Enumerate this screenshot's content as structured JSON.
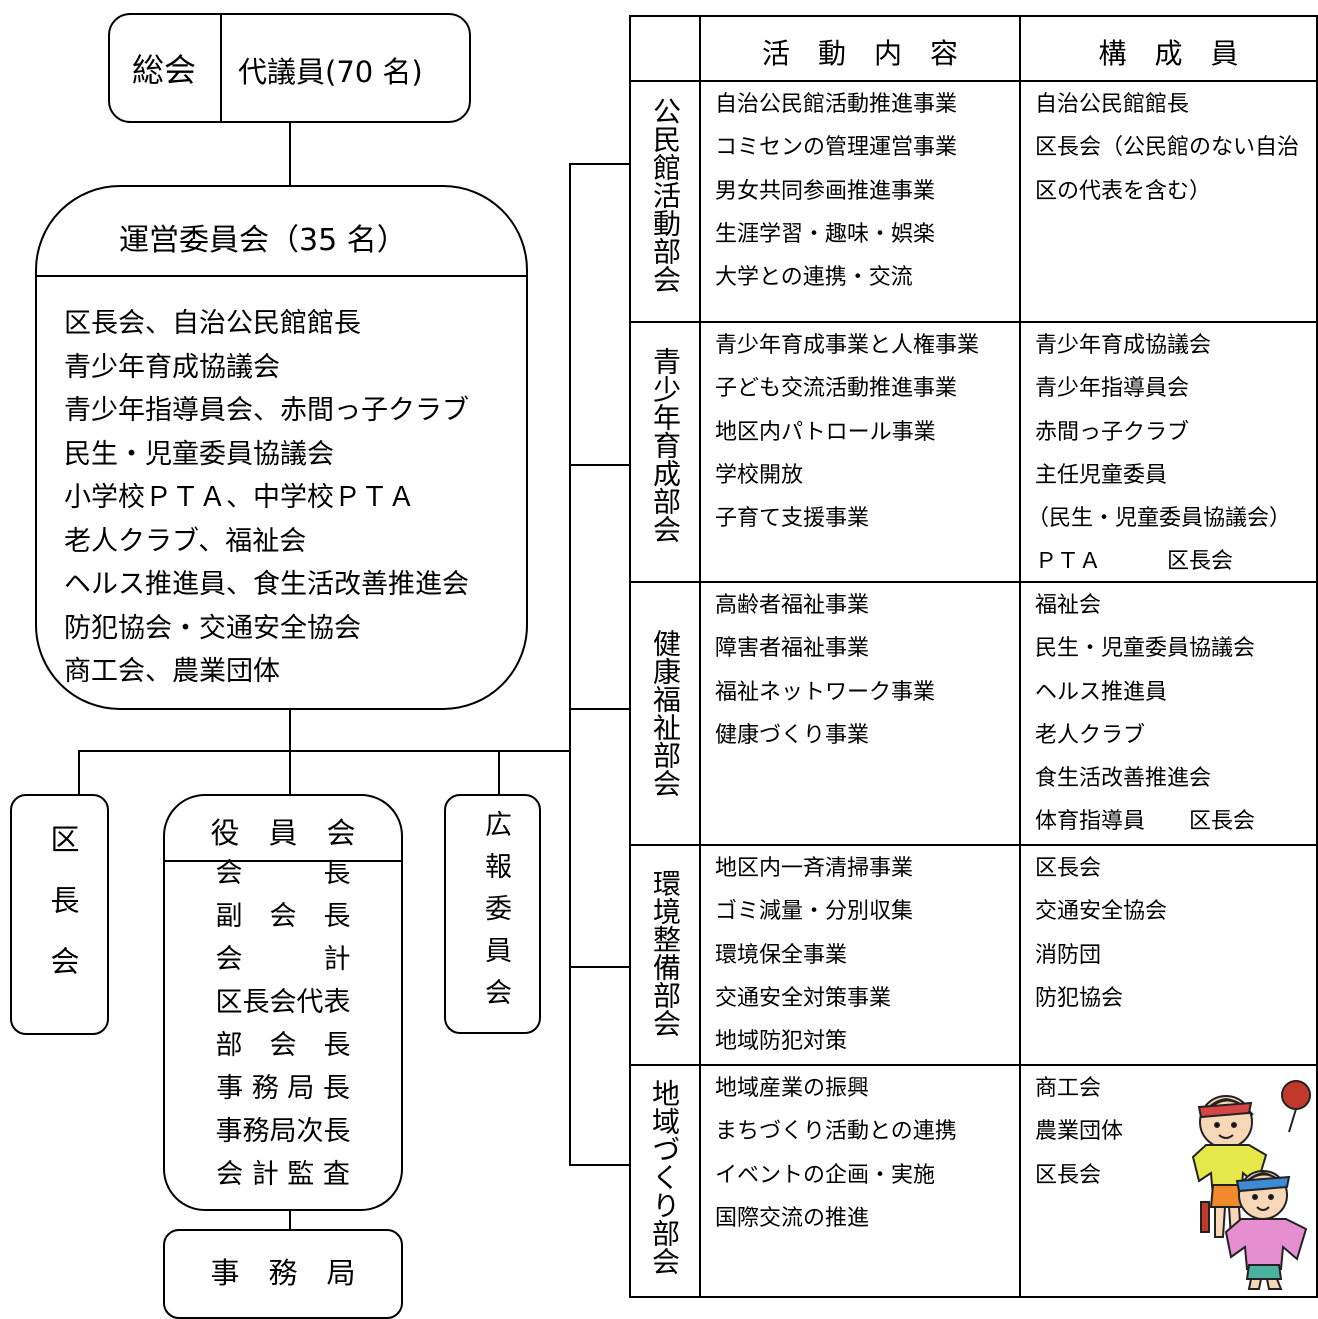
{
  "general_assembly": {
    "label": "総会",
    "delegates": "代議員(70 名)"
  },
  "steering_committee": {
    "title": "運営委員会（35 名）",
    "members": [
      "区長会、自治公民館館長",
      "青少年育成協議会",
      "青少年指導員会、赤間っ子クラブ",
      "民生・児童委員協議会",
      "小学校ＰＴＡ、中学校ＰＴＡ",
      "老人クラブ、福祉会",
      "ヘルス推進員、食生活改善推進会",
      "防犯協会・交通安全協会",
      "商工会、農業団体"
    ]
  },
  "ward_chiefs": {
    "label": "区長会"
  },
  "officers": {
    "title": "役　員　会",
    "roles": [
      "会　　　長",
      "副　会　長",
      "会　　　計",
      "区長会代表",
      "部　会　長",
      "事 務 局 長",
      "事務局次長",
      "会 計 監 査"
    ]
  },
  "pr_committee": {
    "label": "広報委員会"
  },
  "secretariat": {
    "label": "事　務　局"
  },
  "table": {
    "headers": {
      "activity": "活　動　内　容",
      "members": "構　成　員"
    },
    "rows": [
      {
        "name": "公民館活動部会",
        "activities": [
          "自治公民館活動推進事業",
          "コミセンの管理運営事業",
          "男女共同参画推進事業",
          "生涯学習・趣味・娯楽",
          "大学との連携・交流"
        ],
        "members": [
          "自治公民館館長",
          "区長会（公民館のない自治",
          "区の代表を含む）"
        ]
      },
      {
        "name": "青少年育成部会",
        "activities": [
          "青少年育成事業と人権事業",
          "子ども交流活動推進事業",
          "地区内パトロール事業",
          "学校開放",
          "子育て支援事業"
        ],
        "members": [
          "青少年育成協議会",
          "青少年指導員会",
          "赤間っ子クラブ",
          "主任児童委員",
          "（民生・児童委員協議会）",
          "ＰＴＡ　　　区長会"
        ]
      },
      {
        "name": "健康福祉部会",
        "activities": [
          "高齢者福祉事業",
          "障害者福祉事業",
          "福祉ネットワーク事業",
          "健康づくり事業"
        ],
        "members": [
          "福祉会",
          "民生・児童委員協議会",
          "ヘルス推進員",
          "老人クラブ",
          "食生活改善推進会",
          "体育指導員　　区長会"
        ]
      },
      {
        "name": "環境整備部会",
        "activities": [
          "地区内一斉清掃事業",
          "ゴミ減量・分別収集",
          "環境保全事業",
          "交通安全対策事業",
          "地域防犯対策"
        ],
        "members": [
          "区長会",
          "交通安全協会",
          "消防団",
          "防犯協会"
        ]
      },
      {
        "name": "地域づくり部会",
        "activities": [
          "地域産業の振興",
          "まちづくり活動との連携",
          "イベントの企画・実施",
          "国際交流の推進"
        ],
        "members": [
          "商工会",
          "農業団体",
          "区長会"
        ]
      }
    ]
  }
}
